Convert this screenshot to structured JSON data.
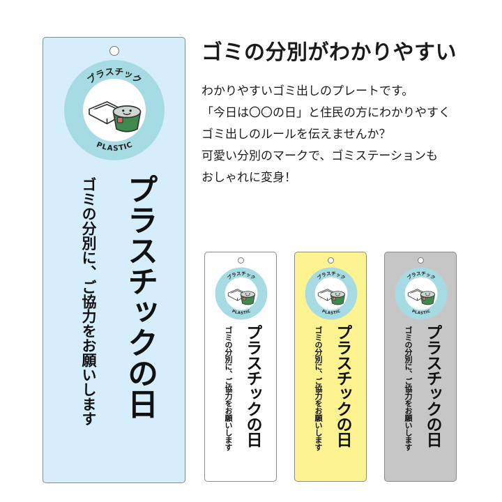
{
  "headline": "ゴミの分別がわかりやすい",
  "description": [
    "わかりやすいゴミ出しのプレートです。",
    "「今日は〇〇の日」と住民の方にわかりやすく",
    "ゴミ出しのルールを伝えませんか？",
    "可愛い分別のマークで、ゴミステーションも",
    "おしゃれに変身！"
  ],
  "plate": {
    "title": "プラスチックの日",
    "subtitle": "ゴミの分別に、ご協力をお願いします",
    "emblem_top_text": "プラスチック",
    "emblem_bottom_text": "PLASTIC",
    "emblem_icon": "plastic-container-mascot-icon"
  },
  "colors": {
    "plate_main": "#d6eefb",
    "variant_white": "#ffffff",
    "variant_yellow": "#fdf491",
    "variant_gray": "#c6c6c6",
    "emblem_ring": "#a7dbe3",
    "mascot_cup": "#3e8a4e",
    "mascot_face": "#cfd6d2",
    "text": "#111111"
  },
  "variants": [
    {
      "id": "white",
      "color": "#ffffff"
    },
    {
      "id": "yellow",
      "color": "#fdf491"
    },
    {
      "id": "gray",
      "color": "#c6c6c6"
    }
  ]
}
